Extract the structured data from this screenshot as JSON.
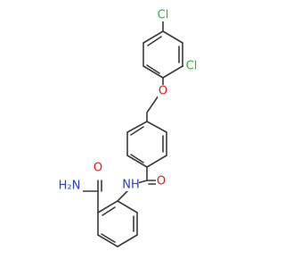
{
  "molecule": {
    "atoms": {
      "cl_top": "Cl",
      "cl_right": "Cl",
      "ether_o": "O",
      "amide_o": "O",
      "amide_nh": "NH",
      "carboxamide_nh2": "H₂N",
      "carboxamide_o": "O"
    },
    "colors": {
      "bond": "#3a3a3a",
      "chlorine": "#33b233",
      "oxygen": "#e01919",
      "nitrogen": "#2a3bcc"
    }
  }
}
